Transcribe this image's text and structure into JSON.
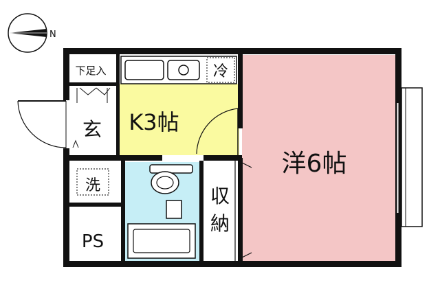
{
  "compass": {
    "north_label": "N"
  },
  "rooms": {
    "entrance_shoes": "下足入",
    "entrance": "玄",
    "kitchen": "K3帖",
    "refrigerator": "冷",
    "laundry": "洗",
    "pipe_space": "PS",
    "storage_top": "収",
    "storage_bottom": "納",
    "western_room": "洋6帖"
  },
  "colors": {
    "wall": "#111111",
    "kitchen_floor": "#fafaa0",
    "bath_floor": "#c6eef6",
    "western_room_floor": "#f4c6c6",
    "floor_default": "#ffffff",
    "balcony": "#ffffff"
  }
}
